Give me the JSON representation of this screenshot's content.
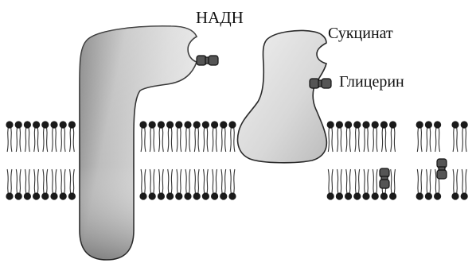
{
  "labels": {
    "nadh": "НАДН",
    "succinate": "Сукцинат",
    "glycerol": "Глицерин"
  },
  "colors": {
    "head": "#1a1a1a",
    "tail": "#333333",
    "protein_light": "#d9d9d9",
    "protein_dark": "#7a7a7a",
    "protein_outline": "#2a2a2a"
  },
  "elements": {
    "membrane": "lipid-bilayer",
    "left_protein": "nadh-dehydrogenase",
    "right_protein": "succinate-dehydrogenase"
  }
}
